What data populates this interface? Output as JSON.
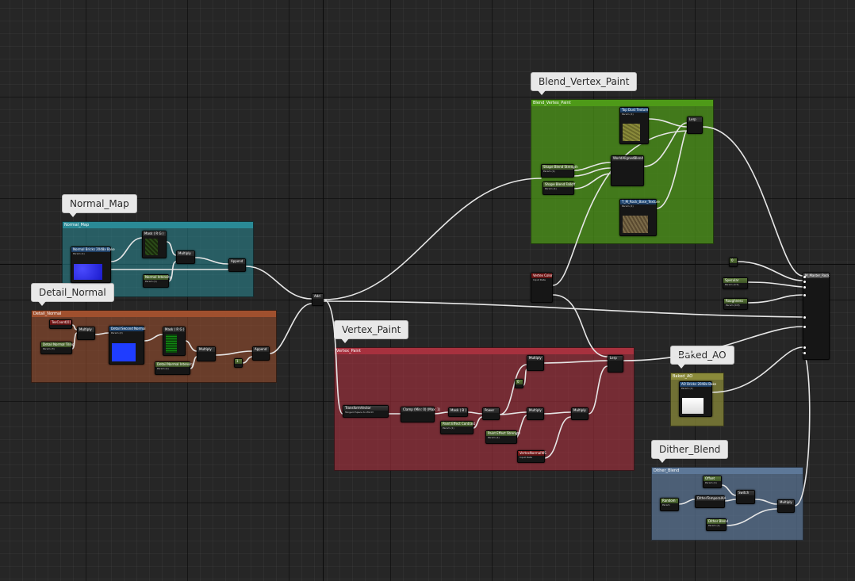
{
  "graph": {
    "comments": {
      "normal_map": {
        "title": "Normal_Map",
        "header": "Normal_Map"
      },
      "detail_normal": {
        "title": "Detail_Normal",
        "header": "Detail_Normal"
      },
      "blend_vertex_paint": {
        "title": "Blend_Vertex_Paint",
        "header": "Blend_Vertex_Paint"
      },
      "vertex_paint": {
        "title": "Vertex_Paint",
        "header": "Vertex_Paint"
      },
      "baked_ao": {
        "title": "Baked_AO",
        "header": "Baked_AO"
      },
      "dither_blend": {
        "title": "Dither_Blend",
        "header": "Dither_Blend"
      }
    },
    "nodes": {
      "normal_texture": {
        "title": "Normal Bricks 2048x Bake",
        "sub": "Param (1)"
      },
      "mask_rg": {
        "title": "Mask ( R G )",
        "sub": ""
      },
      "multiply_nm": {
        "title": "Multiply",
        "sub": ""
      },
      "normal_intensity": {
        "title": "Normal Intensity",
        "sub": "Param (1)"
      },
      "append_nm": {
        "title": "Append",
        "sub": ""
      },
      "tex_coord": {
        "title": "TexCoord[0]",
        "sub": ""
      },
      "detail_normal_tiling": {
        "title": "Detail Normal Tiling",
        "sub": "Param (3)"
      },
      "multiply_dn": {
        "title": "Multiply",
        "sub": ""
      },
      "detail_texture": {
        "title": "Detail Second Normal",
        "sub": "Param (2)"
      },
      "mask_rg_dn": {
        "title": "Mask ( R G )",
        "sub": ""
      },
      "detail_normal_intensity": {
        "title": "Detail Normal Intensity",
        "sub": "Param (1)"
      },
      "multiply_dn2": {
        "title": "Multiply",
        "sub": ""
      },
      "append_dn": {
        "title": "Append",
        "sub": ""
      },
      "const_dn": {
        "title": "1",
        "sub": ""
      },
      "add_main": {
        "title": "Add",
        "sub": ""
      },
      "top_texture": {
        "title": "Top Dust Texture",
        "sub": "Param (1)"
      },
      "lerp_bvp": {
        "title": "Lerp",
        "sub": ""
      },
      "shape_blend_strength": {
        "title": "Shape Blend Strength",
        "sub": "Param (1)"
      },
      "world_aligned_blend": {
        "title": "WorldAlignedBlend",
        "sub": ""
      },
      "shape_blend_falloff": {
        "title": "Shape Blend Falloff",
        "sub": "Param (1)"
      },
      "base_texture": {
        "title": "T_M_Rock_Base_Texture",
        "sub": "Param (1)"
      },
      "vertex_color": {
        "title": "Vertex Color",
        "sub": "Input Data"
      },
      "transform_vector": {
        "title": "TransformVector",
        "sub": "Tangent Space to World"
      },
      "clamp_vp": {
        "title": "Clamp (Min: 0) (Max: 1)",
        "sub": ""
      },
      "mask_b": {
        "title": "Mask ( B )",
        "sub": ""
      },
      "power_vp": {
        "title": "Power",
        "sub": ""
      },
      "vp_multiply_1": {
        "title": "Multiply",
        "sub": ""
      },
      "vp_const": {
        "title": "0",
        "sub": ""
      },
      "paint_effect_contrast": {
        "title": "Paint Effect Contrast",
        "sub": "Param (1)"
      },
      "paint_effect_strength": {
        "title": "Paint Effect Strength",
        "sub": "Param (1)"
      },
      "vp_multiply_2": {
        "title": "Multiply",
        "sub": ""
      },
      "vp_multiply_3": {
        "title": "Multiply",
        "sub": ""
      },
      "vertex_normal_ws": {
        "title": "VertexNormalWS",
        "sub": "Input Data"
      },
      "lerp_vp": {
        "title": "Lerp",
        "sub": ""
      },
      "ao_texture": {
        "title": "AO Bricks 2048x Bake",
        "sub": "Param (1)"
      },
      "offset": {
        "title": "Offset",
        "sub": "Param (1)"
      },
      "random": {
        "title": "Random",
        "sub": "Param"
      },
      "dither_temporal_aa": {
        "title": "DitherTemporalAA",
        "sub": ""
      },
      "switch": {
        "title": "Switch",
        "sub": ""
      },
      "dither_blend_param": {
        "title": "Dither Blend",
        "sub": "Param (1)"
      },
      "multiply_db": {
        "title": "Multiply",
        "sub": ""
      },
      "const_result": {
        "title": "0",
        "sub": ""
      },
      "specular": {
        "title": "Specular",
        "sub": "Param (0.5)"
      },
      "roughness": {
        "title": "Roughness",
        "sub": "Param (0.8)"
      },
      "result": {
        "title": "M_Master_Rock",
        "sub": ""
      }
    }
  },
  "colors": {
    "normal_map": "#2a8a96",
    "detail_normal": "#a0502e",
    "blend_vertex_paint": "#4e9a18",
    "vertex_paint": "#a7313e",
    "baked_ao": "#8a8a3a",
    "dither_blend": "#5d7898"
  }
}
